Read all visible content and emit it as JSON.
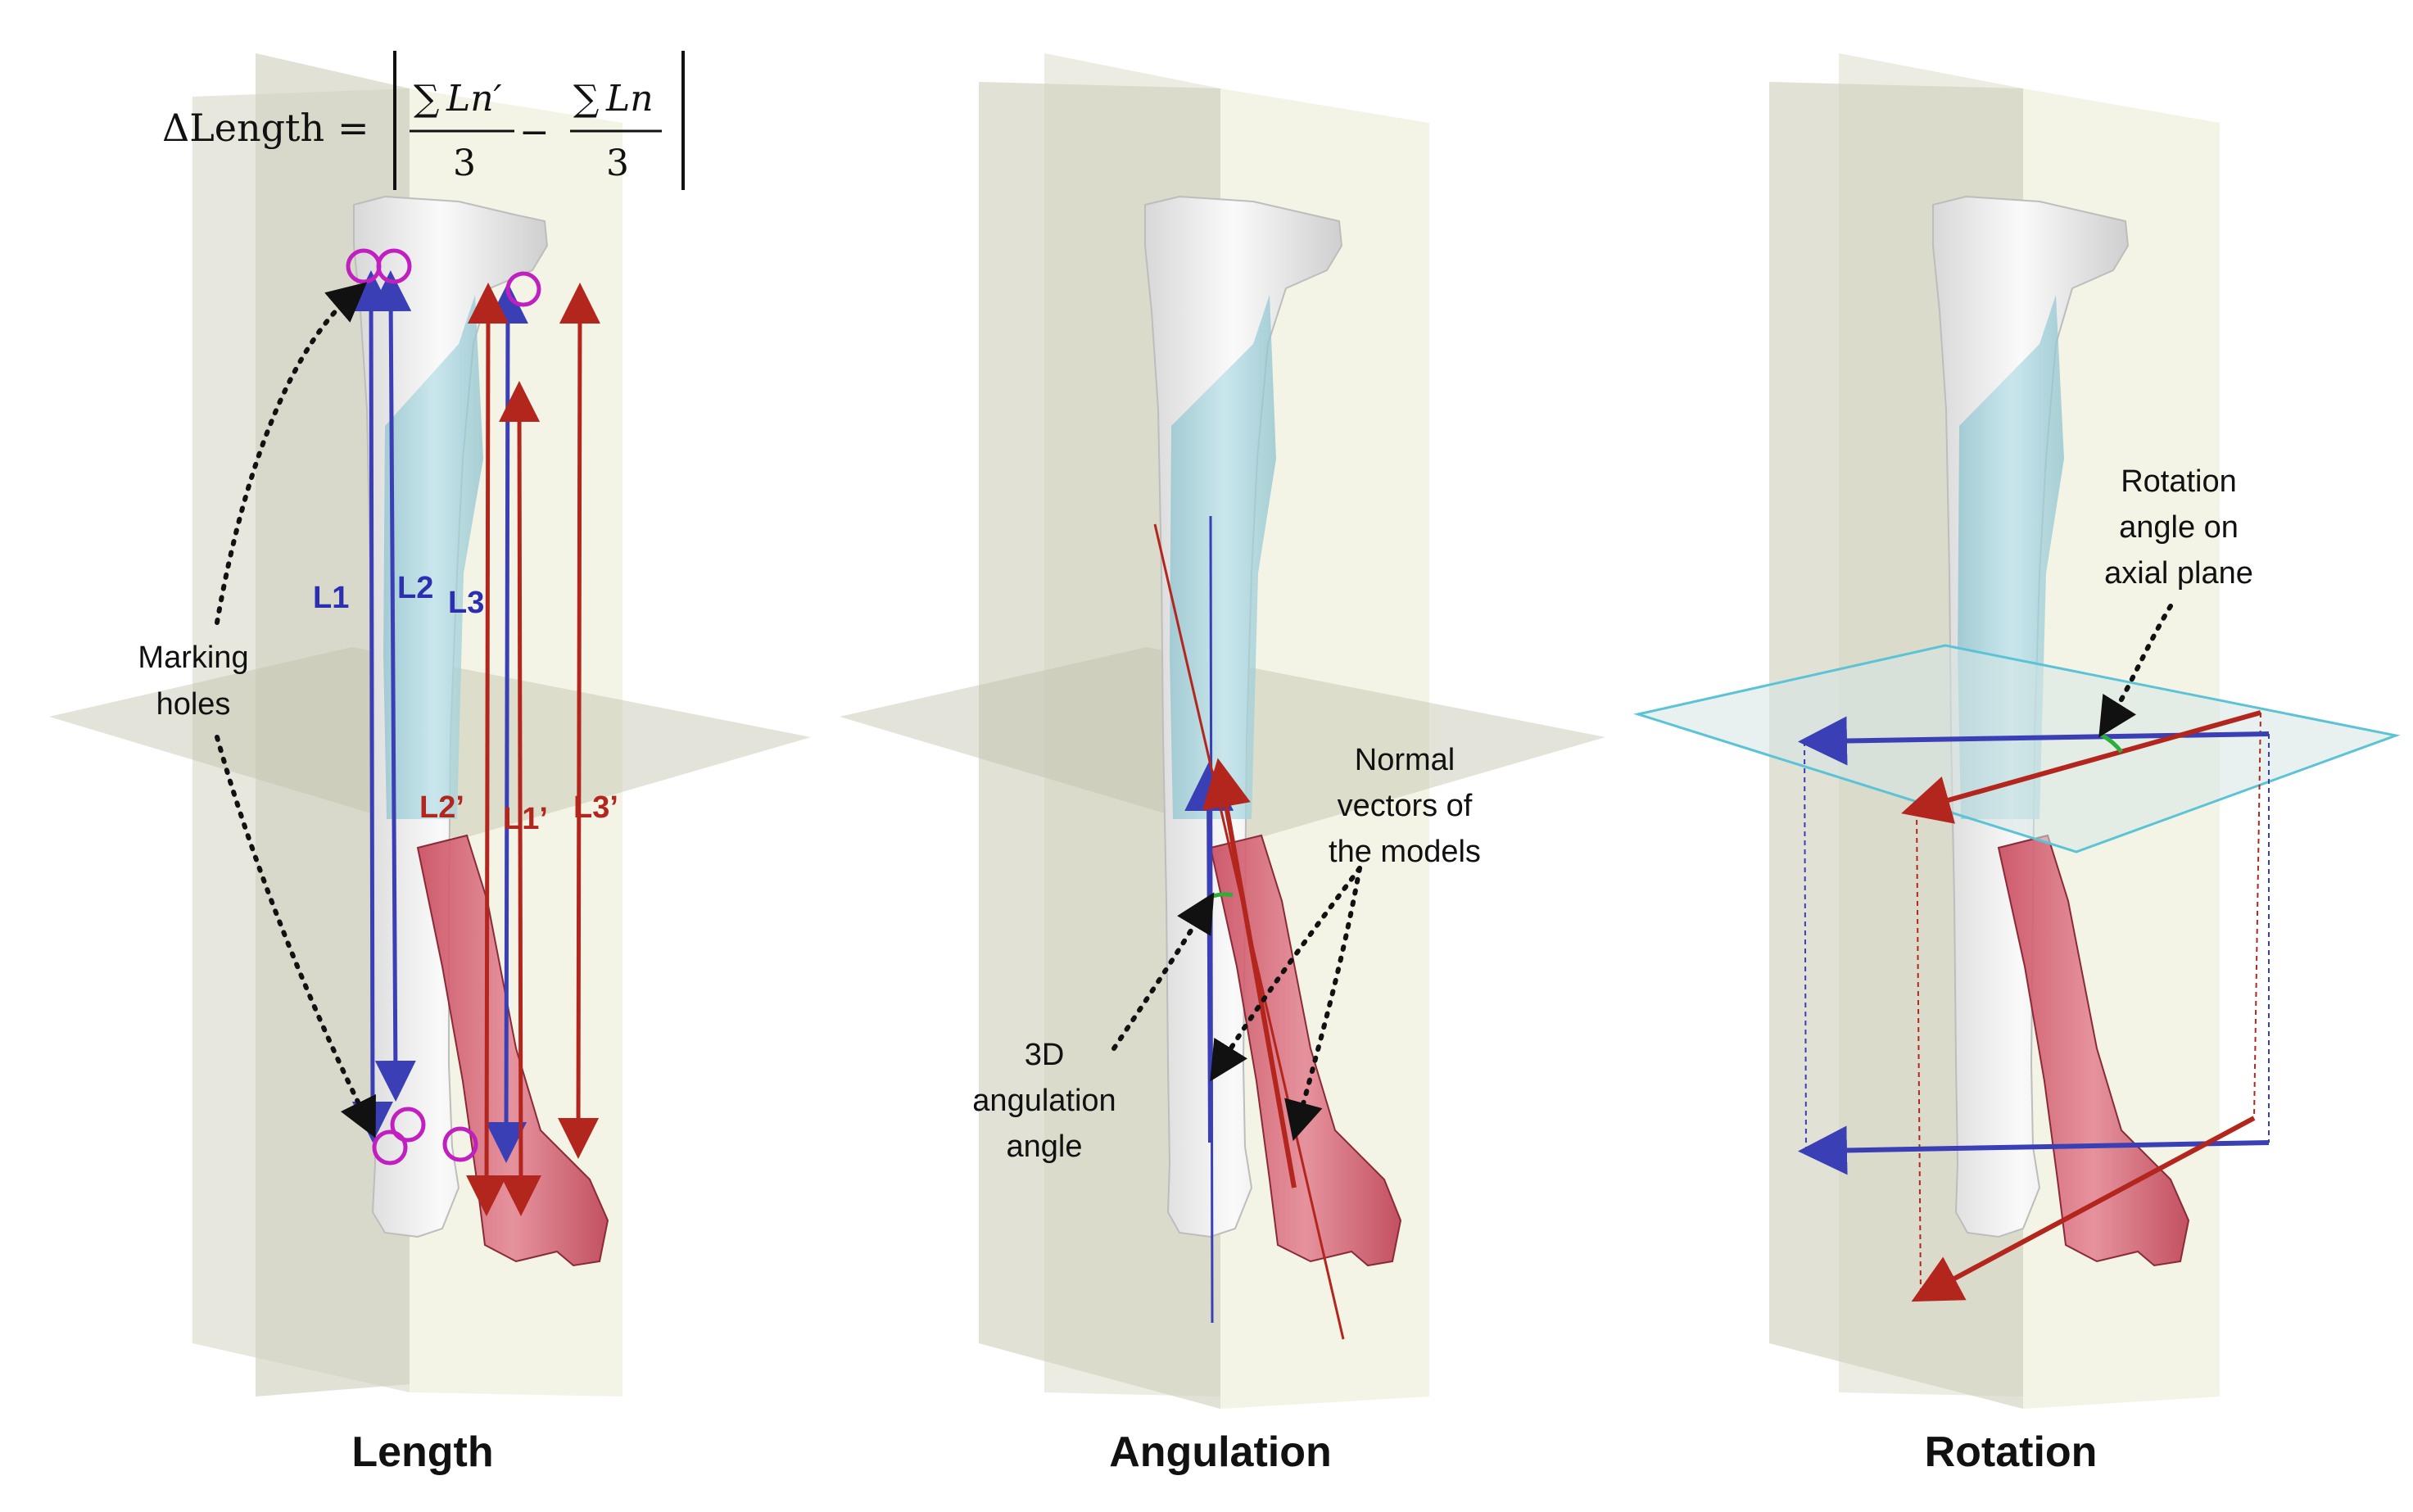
{
  "formula": {
    "lhs": "ΔLength",
    "equals": "=",
    "sum_sign": "∑",
    "term1": "Ln′",
    "term2": "Ln",
    "denominator": "3",
    "minus": "−"
  },
  "panels": [
    {
      "title": "Length"
    },
    {
      "title": "Angulation"
    },
    {
      "title": "Rotation"
    }
  ],
  "length_panel": {
    "measure_labels_blue": [
      "L1",
      "L2",
      "L3"
    ],
    "measure_labels_red": [
      "L2’",
      "L1’",
      "L3’"
    ],
    "annotation_line1": "Marking",
    "annotation_line2": "holes"
  },
  "angulation_panel": {
    "annotation_normals": [
      "Normal",
      "vectors of",
      "the models"
    ],
    "annotation_angle": [
      "3D",
      "angulation",
      "angle"
    ]
  },
  "rotation_panel": {
    "annotation": [
      "Rotation",
      "angle on",
      "axial plane"
    ]
  },
  "colors": {
    "blue_vector": "#3b3fb5",
    "red_vector": "#b3261e",
    "marker": "#c020c0",
    "bone_white": "#ececec",
    "bone_cyan": "#a9d3dc",
    "bone_red": "#d86a78",
    "plane": "#d9d9c6",
    "axial_plane_edge": "#5bc3d6"
  }
}
